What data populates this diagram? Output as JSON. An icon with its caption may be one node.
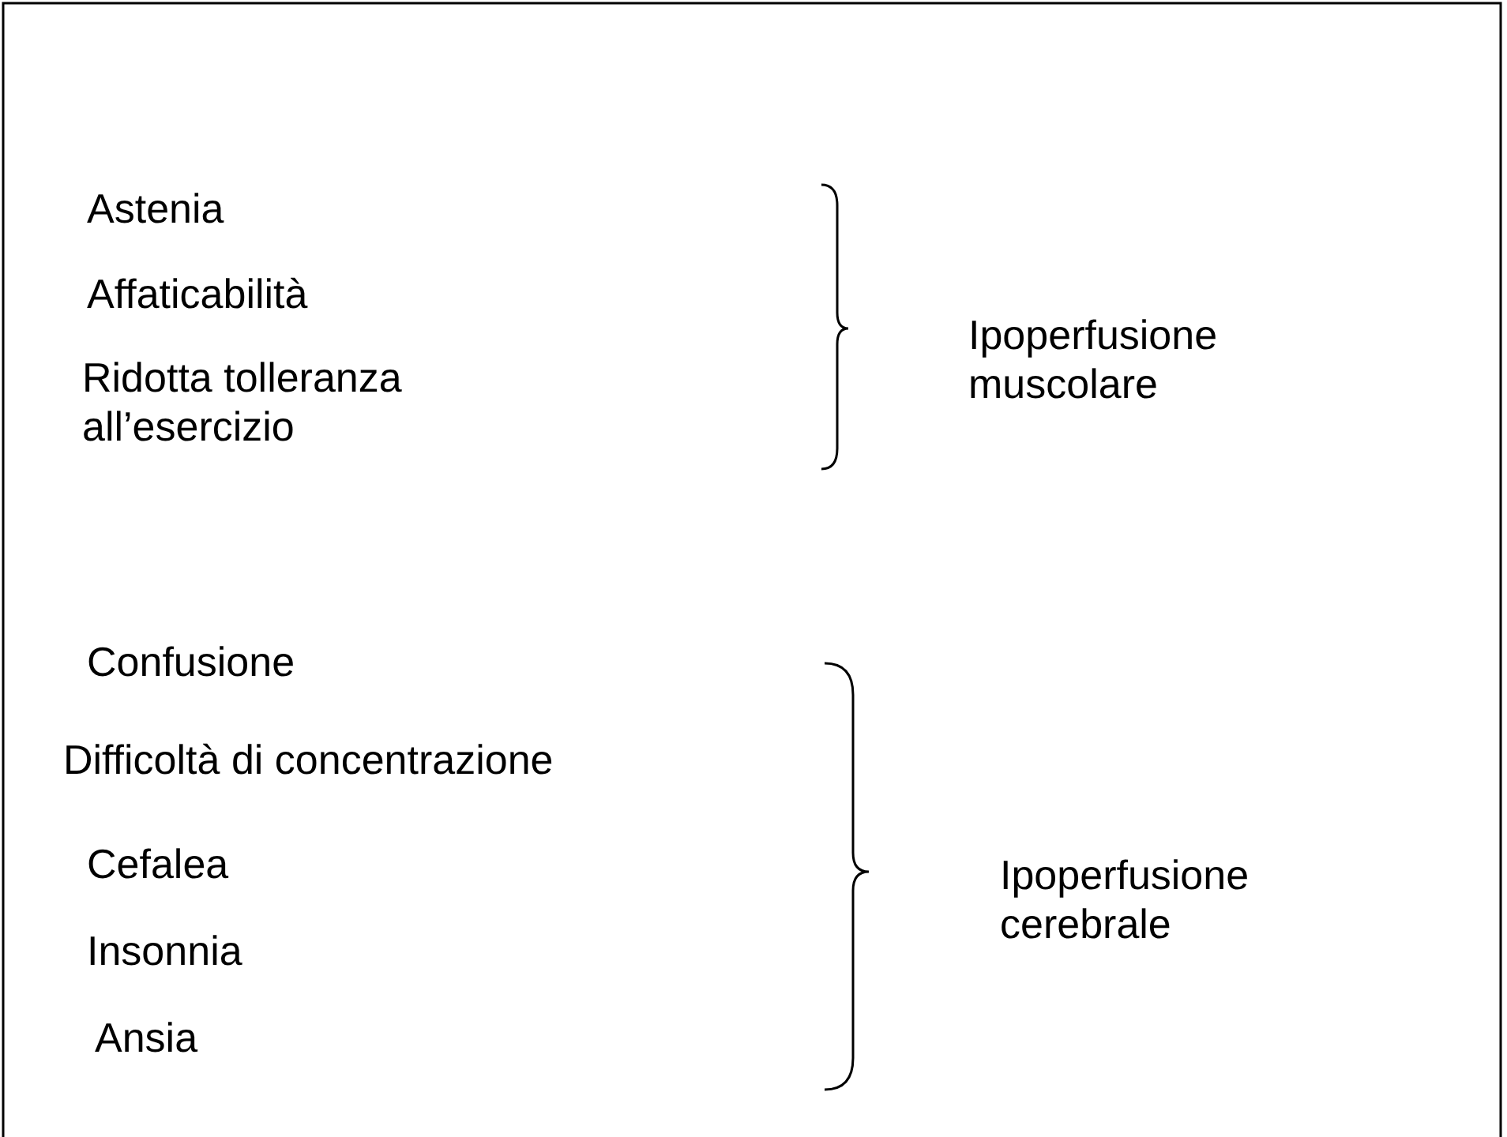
{
  "diagram": {
    "labels": [
      "Astenia",
      "Affaticabilità",
      "Ridotta tolleranza all’esercizio",
      "Ipoperfusione muscolare",
      "Confusione",
      "Difficoltà di concentrazione",
      "Cefalea",
      "Insonnia",
      "Ansia",
      "Ipoperfusione cerebrale"
    ]
  }
}
